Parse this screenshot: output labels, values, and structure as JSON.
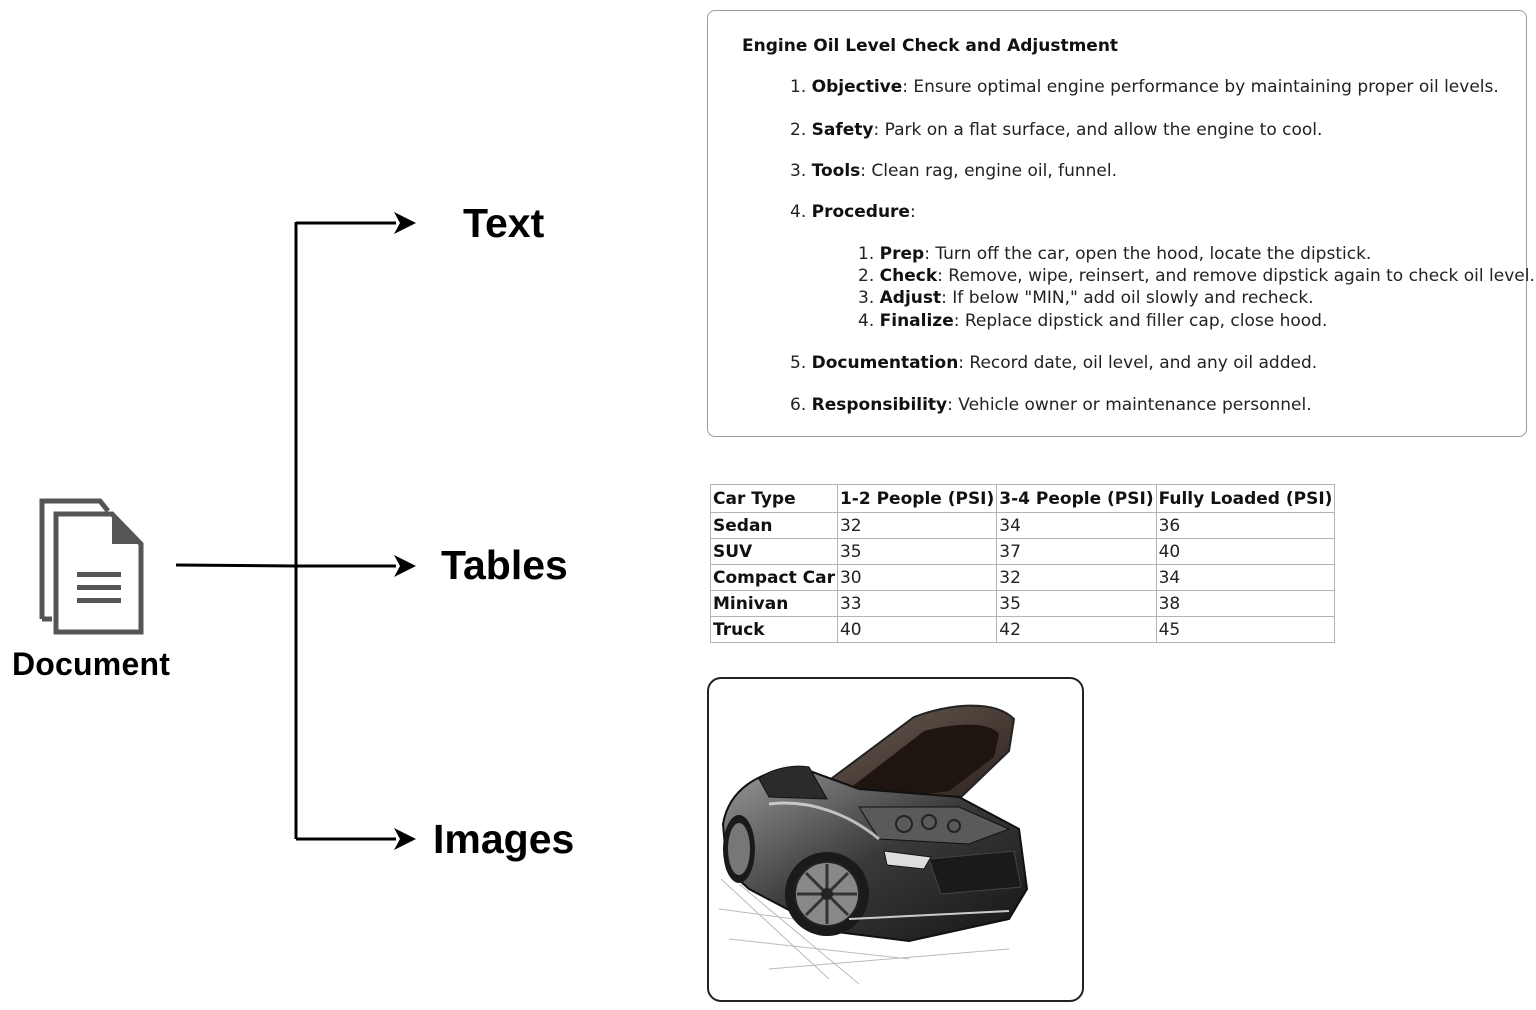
{
  "diagram": {
    "source": {
      "label": "Document",
      "icon": "document-icon"
    },
    "branches": [
      {
        "label": "Text"
      },
      {
        "label": "Tables"
      },
      {
        "label": "Images"
      }
    ]
  },
  "text_card": {
    "title": "Engine Oil Level Check and Adjustment",
    "items": [
      {
        "num": "1.",
        "term": "Objective",
        "desc": ": Ensure optimal engine performance by maintaining proper oil levels."
      },
      {
        "num": "2.",
        "term": "Safety",
        "desc": ": Park on a flat surface, and allow the engine to cool."
      },
      {
        "num": "3.",
        "term": "Tools",
        "desc": ": Clean rag, engine oil, funnel."
      },
      {
        "num": "4.",
        "term": "Procedure",
        "desc": ":"
      },
      {
        "num": "5.",
        "term": "Documentation",
        "desc": ": Record date, oil level, and any oil added."
      },
      {
        "num": "6.",
        "term": "Responsibility",
        "desc": ": Vehicle owner or maintenance personnel."
      }
    ],
    "procedure_steps": [
      {
        "num": "1.",
        "term": "Prep",
        "desc": ": Turn off the car, open the hood, locate the dipstick."
      },
      {
        "num": "2.",
        "term": "Check",
        "desc": ": Remove, wipe, reinsert, and remove dipstick again to check oil level."
      },
      {
        "num": "3.",
        "term": "Adjust",
        "desc": ": If below \"MIN,\" add oil slowly and recheck."
      },
      {
        "num": "4.",
        "term": "Finalize",
        "desc": ": Replace dipstick and filler cap, close hood."
      }
    ]
  },
  "table": {
    "headers": [
      "Car Type",
      "1-2 People (PSI)",
      "3-4 People (PSI)",
      "Fully Loaded (PSI)"
    ],
    "rows": [
      [
        "Sedan",
        "32",
        "34",
        "36"
      ],
      [
        "SUV",
        "35",
        "37",
        "40"
      ],
      [
        "Compact Car",
        "30",
        "32",
        "34"
      ],
      [
        "Minivan",
        "33",
        "35",
        "38"
      ],
      [
        "Truck",
        "40",
        "42",
        "45"
      ]
    ]
  },
  "image_card": {
    "subject": "car-with-open-hood-sketch"
  },
  "colors": {
    "icon_gray": "#555555",
    "card_border": "#9a9a9a",
    "table_border": "#b4b4b4",
    "text_dark": "#222222"
  }
}
